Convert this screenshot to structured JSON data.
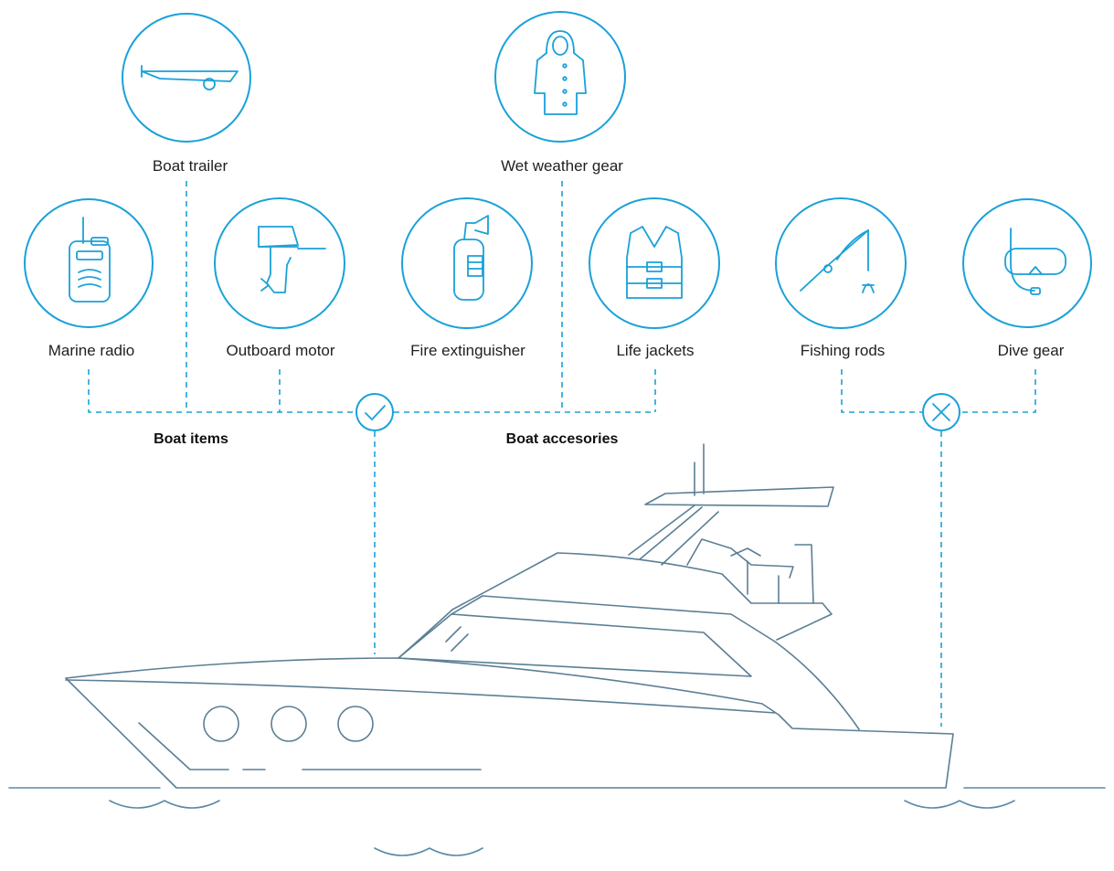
{
  "items": [
    {
      "key": "boat-trailer",
      "label": "Boat trailer",
      "icon": "boat-trailer-icon"
    },
    {
      "key": "wet-weather-gear",
      "label": "Wet weather gear",
      "icon": "raincoat-icon"
    },
    {
      "key": "marine-radio",
      "label": "Marine radio",
      "icon": "radio-icon"
    },
    {
      "key": "outboard-motor",
      "label": "Outboard motor",
      "icon": "outboard-motor-icon"
    },
    {
      "key": "fire-extinguisher",
      "label": "Fire extinguisher",
      "icon": "fire-extinguisher-icon"
    },
    {
      "key": "life-jackets",
      "label": "Life jackets",
      "icon": "life-jacket-icon"
    },
    {
      "key": "fishing-rods",
      "label": "Fishing rods",
      "icon": "fishing-rod-icon"
    },
    {
      "key": "dive-gear",
      "label": "Dive gear",
      "icon": "dive-mask-icon"
    }
  ],
  "groups": {
    "boat_items": "Boat items",
    "boat_accessories": "Boat accesories"
  },
  "markers": {
    "included": "check-icon",
    "excluded": "cross-icon"
  },
  "colors": {
    "accent": "#1aa1d9",
    "boat_outline": "#5b7f94",
    "text": "#1f1f1f"
  }
}
